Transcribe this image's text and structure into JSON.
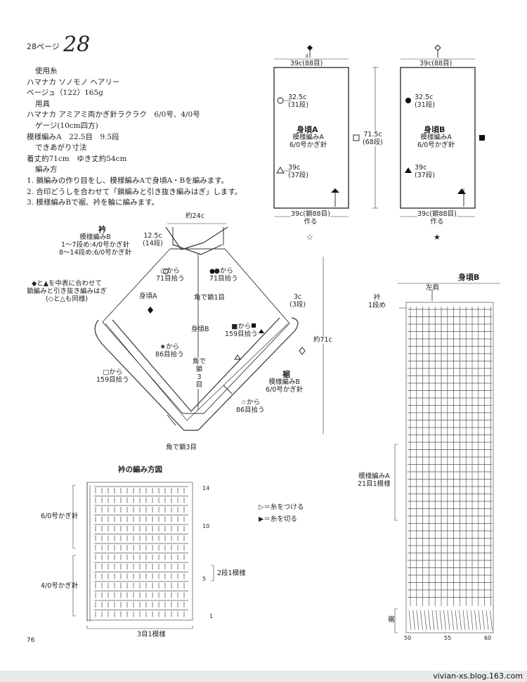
{
  "header": {
    "page_ref": "28ページ",
    "number": "28"
  },
  "info": {
    "lines": [
      {
        "text": "使用糸",
        "indent": true
      },
      {
        "text": "ハマナカ ソノモノ ヘアリー",
        "indent": false
      },
      {
        "text": "ベージュ（122）165g",
        "indent": false
      },
      {
        "text": "用具",
        "indent": true
      },
      {
        "text": "ハマナカ アミアミ両かぎ針ラクラク　6/0号、4/0号",
        "indent": false
      },
      {
        "text": "ゲージ(10cm四方)",
        "indent": true
      },
      {
        "text": "模様編みA　22.5目　9.5段",
        "indent": false
      },
      {
        "text": "できあがり寸法",
        "indent": true
      },
      {
        "text": "着丈約71cm　ゆき丈約54cm",
        "indent": false
      },
      {
        "text": "編み方",
        "indent": true
      },
      {
        "text": "1. 鎖編みの作り目をし、模様編みAで身頃A・Bを編みます。",
        "indent": false
      },
      {
        "text": "2. 合印どうしを合わせて「鎖編みと引き抜き編みはぎ」します。",
        "indent": false
      },
      {
        "text": "3. 模様編みBで裾、衿を輪に編みます。",
        "indent": false
      }
    ]
  },
  "panel_a": {
    "top_mark": "◆",
    "eq": "॥",
    "width_label": "39c(88目)",
    "upper_mark_label": "32.5c\n(31段)",
    "title": "身頃A",
    "pattern": "模様編みA\n6/0号かぎ針",
    "lower_mark_label": "39c\n(37段)",
    "height_label": "71.5c\n(68段)",
    "bottom_label": "39c(鎖88目)\n作る",
    "bottom_mark": "☆"
  },
  "panel_b": {
    "top_mark": "◇",
    "width_label": "39c(88目)",
    "upper_mark_label": "32.5c\n(31段)",
    "title": "身頃B",
    "pattern": "模様編みA\n6/0号かぎ針",
    "lower_mark_label": "39c\n(37段)",
    "bottom_label": "39c(鎖88目)\n作る",
    "bottom_mark": "★"
  },
  "assembly": {
    "width_top": "約24c",
    "collar_title": "衿",
    "collar_pattern": "模様編みB\n1〜7段め:4/0号かぎ針\n8〜14段め:6/0号かぎ針",
    "collar_depth": "12.5c\n(14段)",
    "pick_circle": "○から\n71目拾う",
    "pick_dot": "●から\n71目拾う",
    "join_note": "◆と▲を中表に合わせて\n鎖編みと引き抜き編みはぎ\n(◇と△も同様)",
    "panel_a_label": "身頃A",
    "panel_b_label": "身頃B",
    "corner_top": "角で鎖1目",
    "hem_depth": "3c\n(3段)",
    "pick_square_filled": "■から\n159目拾う",
    "pick_star_filled": "★から\n86目拾う",
    "corner_mid": "角で\n鎖\n3\n目",
    "pick_square": "□から\n159目拾う",
    "hem_title": "裾",
    "hem_pattern": "模様編みB\n6/0号かぎ針",
    "pick_star": "☆から\n86目拾う",
    "corner_bottom": "角で鎖3目",
    "total_length": "約71c"
  },
  "collar_chart": {
    "title": "衿の編み方図",
    "hook_upper": "6/0号かぎ針",
    "hook_lower": "4/0号かぎ針",
    "row_labels": [
      "14",
      "10",
      "5",
      "1"
    ],
    "repeat_rows": "2段1模様",
    "repeat_sts": "3目1模様"
  },
  "legend": {
    "attach": "＝糸をつける",
    "cut": "＝糸を切る"
  },
  "body_b_chart": {
    "title": "身頃B",
    "shoulder": "左肩",
    "collar_row": "衿\n1段め",
    "pattern_label": "模様編みA\n21目1模様",
    "hem_label": "裾",
    "col_labels": [
      "50",
      "55",
      "60"
    ]
  },
  "page_number": "76",
  "footer": "vivian-xs.blog.163.com"
}
